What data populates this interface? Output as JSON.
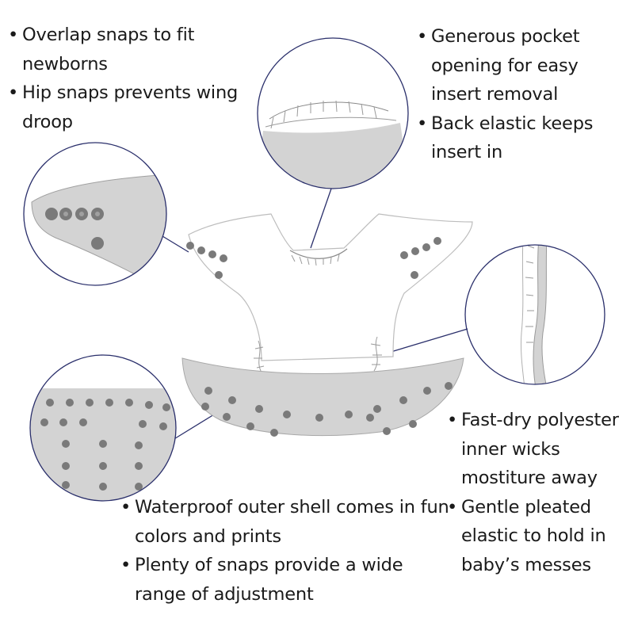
{
  "callouts": {
    "top_left": [
      "Overlap snaps to fit newborns",
      "Hip snaps prevents wing droop"
    ],
    "top_right": [
      "Generous pocket opening for easy insert removal",
      "Back elastic keeps insert in"
    ],
    "bottom_right": [
      "Fast-dry polyester inner wicks mostiture away",
      "Gentle pleated elastic to hold in baby’s messes"
    ],
    "bottom": [
      "Waterproof outer shell comes in fun colors and prints",
      "Plenty of snaps provide a wide range of adjustment"
    ]
  },
  "colors": {
    "outline": "#2a2f6b",
    "fabric": "#d3d3d3",
    "snap": "#7a7a7a",
    "snap_center": "#a0a0a0",
    "sketch": "#9a9a9a"
  }
}
